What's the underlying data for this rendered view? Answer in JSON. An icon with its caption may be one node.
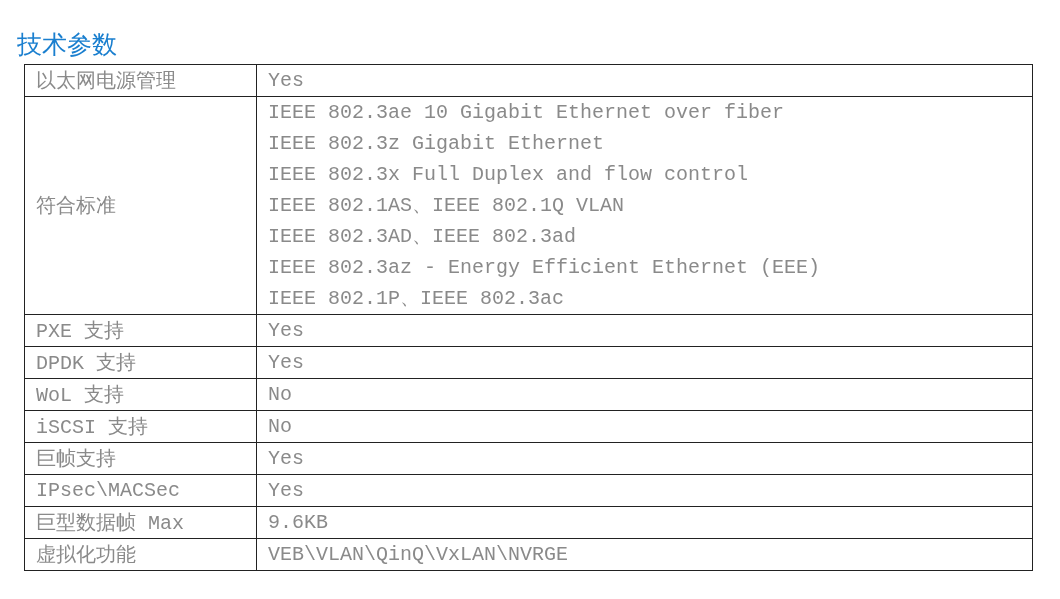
{
  "diagram": {
    "title": "技术参数",
    "labels": [
      "以太网电源管理",
      "Yes",
      "符合标准",
      "IEEE 802.3ae 10 Gigabit Ethernet over fiber",
      "IEEE 802.3z Gigabit Ethernet",
      "IEEE 802.3x Full Duplex and flow control",
      "IEEE 802.1AS、IEEE 802.1Q VLAN",
      "IEEE 802.3AD、IEEE 802.3ad",
      "IEEE 802.3az - Energy Efficient Ethernet (EEE)",
      "IEEE 802.1P、IEEE 802.3ac",
      "PXE 支持",
      "Yes",
      "DPDK 支持",
      "Yes",
      "WoL 支持",
      "No",
      "iSCSI 支持",
      "No",
      "巨帧支持",
      "Yes",
      "IPsec\\MACSec",
      "Yes",
      "巨型数据帧 Max",
      "9.6KB",
      "虚拟化功能",
      "VEB\\VLAN\\QinQ\\VxLAN\\NVRGE"
    ]
  }
}
